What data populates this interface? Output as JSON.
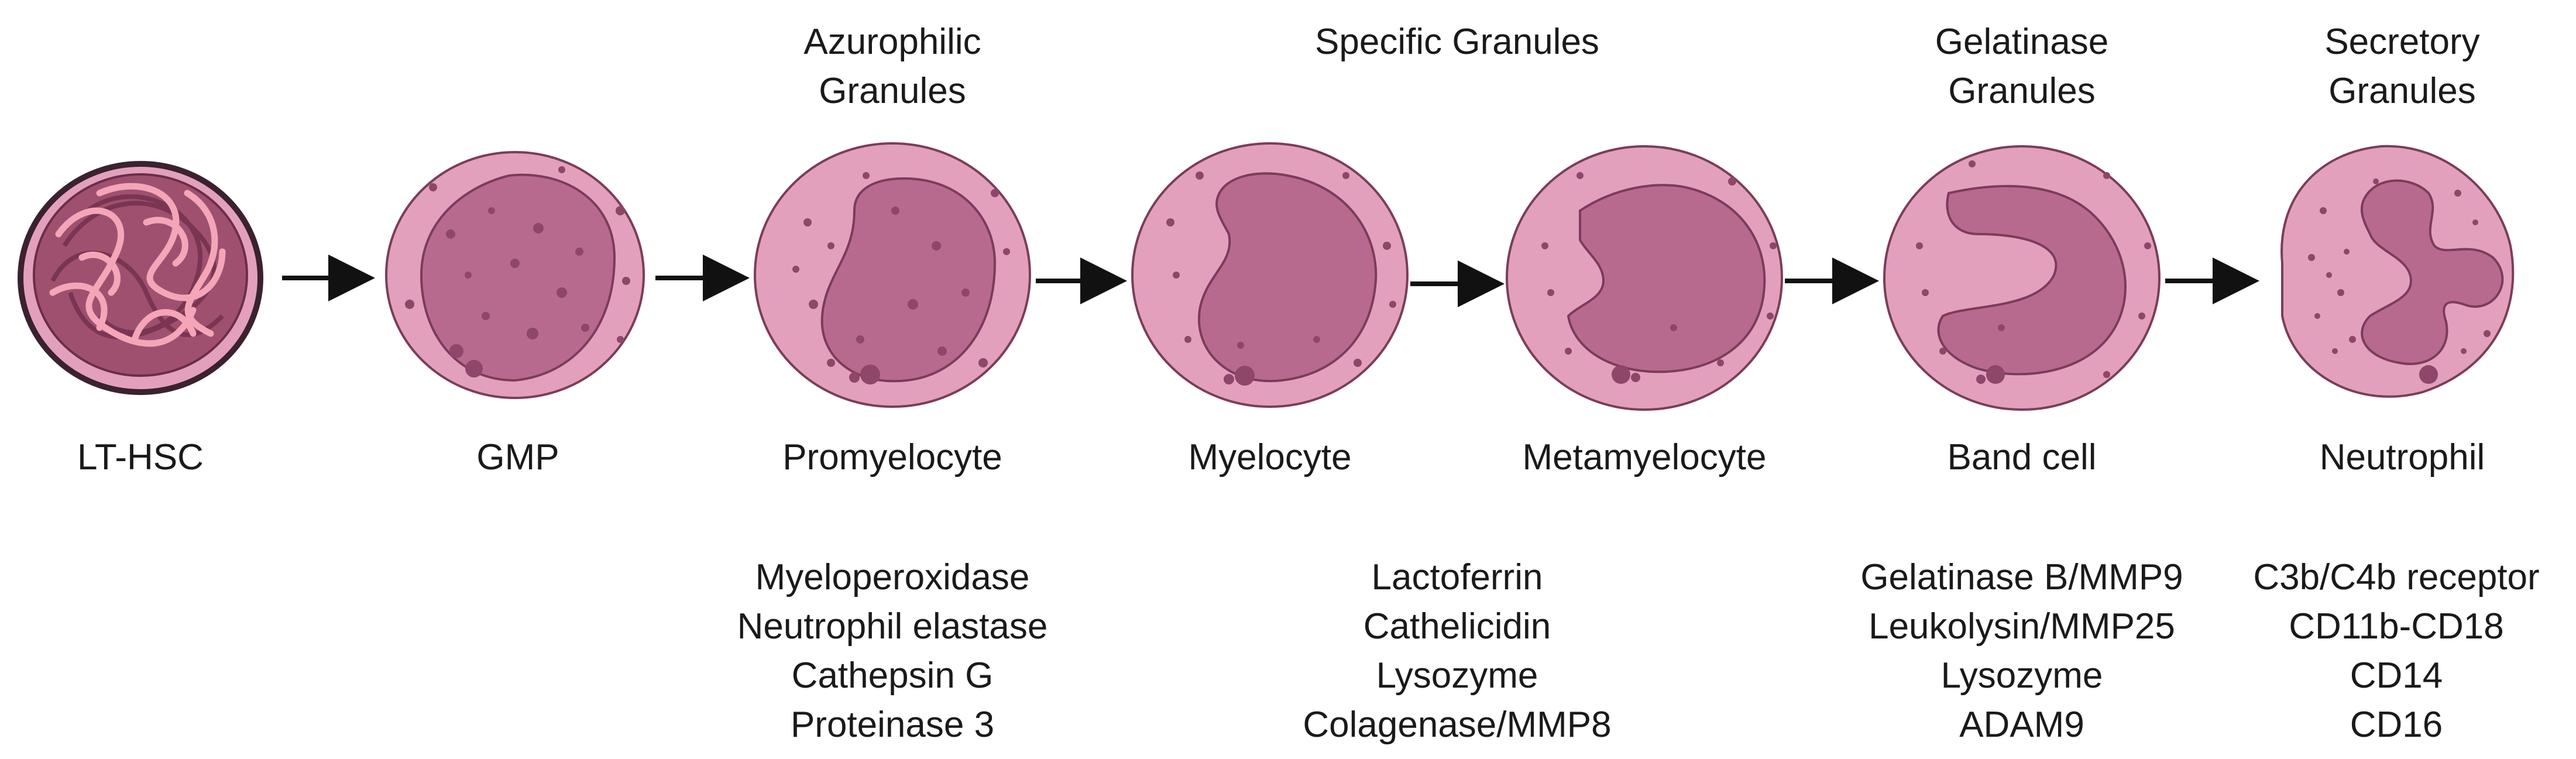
{
  "colors": {
    "cytoplasm": "#e3a0bc",
    "nucleus": "#b86a8e",
    "outline": "#7a3d5a",
    "granule": "#8e4669",
    "chromatin": "#f4a6b8",
    "arrow": "#111111"
  },
  "stages": [
    {
      "label": "LT-HSC"
    },
    {
      "label": "GMP"
    },
    {
      "label": "Promyelocyte"
    },
    {
      "label": "Myelocyte"
    },
    {
      "label": "Metamyelocyte"
    },
    {
      "label": "Band cell"
    },
    {
      "label": "Neutrophil"
    }
  ],
  "granule_headers": [
    {
      "lines": [
        "Azurophilic",
        "Granules"
      ]
    },
    {
      "lines": [
        "Specific Granules"
      ]
    },
    {
      "lines": [
        "Gelatinase",
        "Granules"
      ]
    },
    {
      "lines": [
        "Secretory",
        "Granules"
      ]
    }
  ],
  "markers": [
    {
      "items": [
        "Myeloperoxidase",
        "Neutrophil elastase",
        "Cathepsin G",
        "Proteinase 3"
      ]
    },
    {
      "items": [
        "Lactoferrin",
        "Cathelicidin",
        "Lysozyme",
        "Colagenase/MMP8"
      ]
    },
    {
      "items": [
        "Gelatinase B/MMP9",
        "Leukolysin/MMP25",
        "Lysozyme",
        "ADAM9"
      ]
    },
    {
      "items": [
        "C3b/C4b receptor",
        "CD11b-CD18",
        "CD14",
        "CD16"
      ]
    }
  ]
}
